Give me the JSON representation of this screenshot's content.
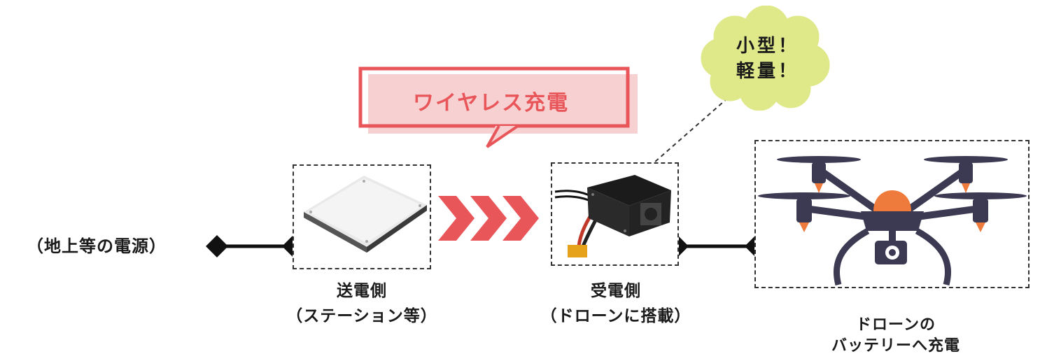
{
  "power_source": {
    "label": "（地上等の電源）"
  },
  "transmitter": {
    "line1": "送電側",
    "line2": "（ステーション等）"
  },
  "receiver": {
    "line1": "受電側",
    "line2": "（ドローンに搭載）"
  },
  "drone": {
    "line1": "ドローンの",
    "line2": "バッテリーへ充電"
  },
  "wireless_callout": {
    "text": "ワイヤレス充電"
  },
  "cloud_callout": {
    "line1": "小型！",
    "line2": "軽量！"
  },
  "colors": {
    "accent_red": "#e8565a",
    "callout_fill": "#f7d0d1",
    "cloud_fill": "#dfe98a",
    "drone_body": "#3b3a52",
    "drone_accent": "#ee7a3c"
  },
  "icons": [
    "charging-pad-icon",
    "receiver-module-icon",
    "drone-icon",
    "chevron-arrows-icon",
    "diamond-connector-icon"
  ]
}
